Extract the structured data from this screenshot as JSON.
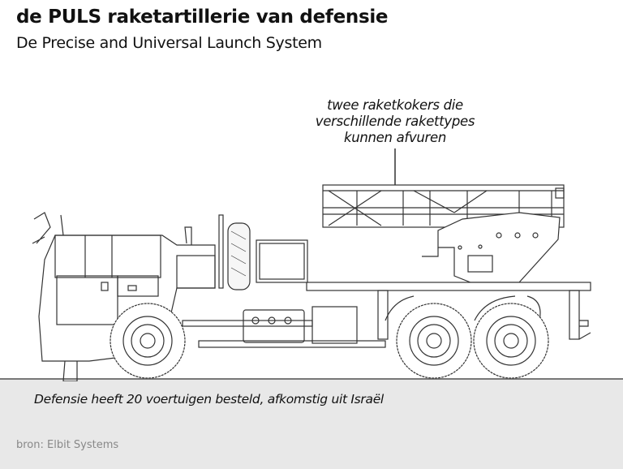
{
  "header": {
    "title": "de PULS raketartillerie van defensie",
    "subtitle": "De Precise and Universal Launch System"
  },
  "annotation": {
    "lines": [
      "twee raketkokers die",
      "verschillende rakettypes",
      "kunnen afvuren"
    ]
  },
  "footer": {
    "caption": "Defensie heeft 20 voertuigen besteld, afkomstig uit Israël",
    "source": "bron: Elbit Systems"
  },
  "colors": {
    "ground": "#e8e8e8",
    "line": "#333333"
  }
}
